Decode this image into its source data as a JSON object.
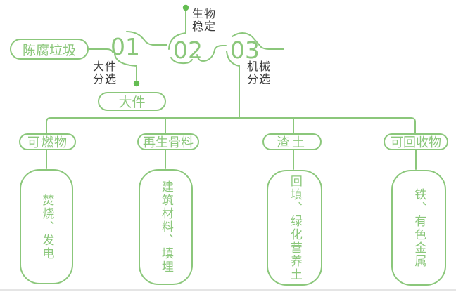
{
  "colors": {
    "line_green": "#8bc77b",
    "dot_green": "#64bd52",
    "label_dark": "#3b3b3b"
  },
  "diagram": {
    "source": "陈腐垃圾",
    "steps": [
      {
        "number": "01",
        "label": "大件\n分选"
      },
      {
        "number": "02",
        "label": "生物\n稳定"
      },
      {
        "number": "03",
        "label": "机械\n分选"
      }
    ],
    "bulky_output": "大件",
    "branches": [
      {
        "category": "可燃物",
        "detail": "焚烧、发电"
      },
      {
        "category": "再生骨料",
        "detail": "建筑材料、填埋"
      },
      {
        "category": "渣土",
        "detail": "回填、绿化营养土"
      },
      {
        "category": "可回收物",
        "detail": "铁、有色金属"
      }
    ]
  }
}
